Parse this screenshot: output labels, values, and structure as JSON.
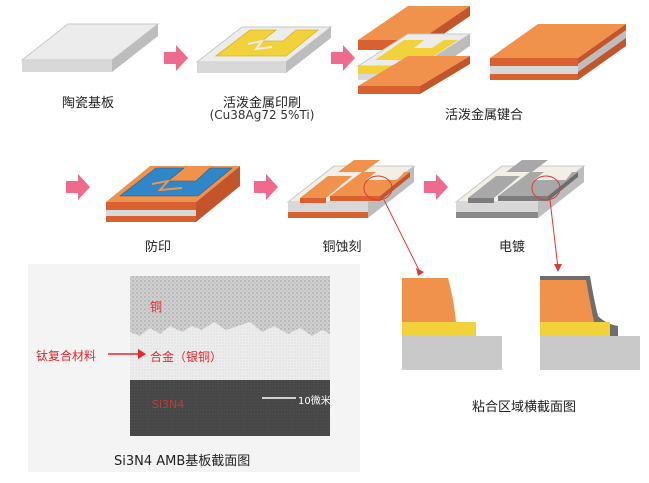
{
  "steps": {
    "ceramic": "陶瓷基板",
    "print": "活泼金属印刷",
    "print_formula": "(Cu38Ag72 5%Ti)",
    "bond": "活泼金属键合",
    "resist": "防印",
    "etch": "铜蚀刻",
    "plate": "电镀"
  },
  "cross_section": {
    "copper": "铜",
    "alloy": "合金（银铜）",
    "substrate": "Si3N4",
    "pointer": "钛复合材料",
    "scale": "10微米",
    "caption": "Si3N4 AMB基板截面图"
  },
  "bond_area_caption": "粘合区域横截面图",
  "colors": {
    "ceramic": "#ececec",
    "copper": "#f0924c",
    "solder": "#f1d23a",
    "mask": "#2f86c9",
    "arrow": "#f06a8e",
    "plated": "#a8a8a8"
  }
}
